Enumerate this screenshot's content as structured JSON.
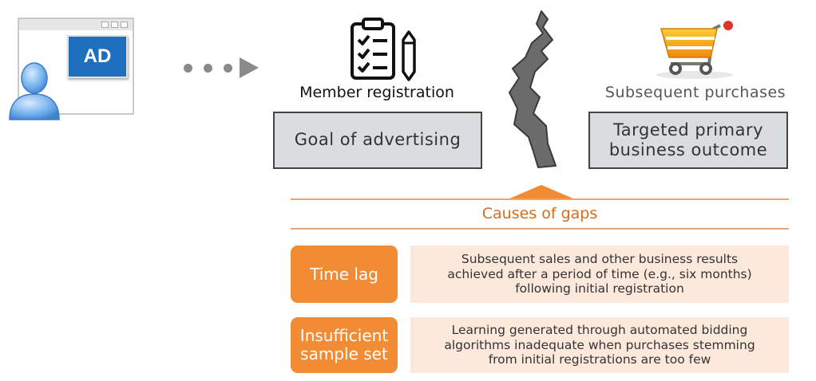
{
  "ad_window": {
    "ad_label": "AD"
  },
  "stages": {
    "left": {
      "caption": "Member registration",
      "box": "Goal of advertising"
    },
    "right": {
      "caption": "Subsequent purchases",
      "box_line1": "Targeted primary",
      "box_line2": "business outcome"
    }
  },
  "causes": {
    "title": "Causes of gaps",
    "items": [
      {
        "label": "Time lag",
        "desc_lines": [
          "Subsequent sales and other business results",
          "achieved after a period of time (e.g., six months)",
          "following initial registration"
        ]
      },
      {
        "label_lines": [
          "Insufficient",
          "sample set"
        ],
        "desc_lines": [
          "Learning generated through automated bidding",
          "algorithms inadequate when purchases stemming",
          "from initial registrations are too few"
        ]
      }
    ]
  },
  "colors": {
    "accent": "#f18b34",
    "box_fill": "#d9dde0",
    "desc_fill": "#fde9dc",
    "ad_blue": "#1f6fbf"
  },
  "icons": [
    "user-avatar-icon",
    "clipboard-checklist-icon",
    "pencil-icon",
    "shopping-cart-icon",
    "crack-gap-icon",
    "arrow-right-icon"
  ]
}
